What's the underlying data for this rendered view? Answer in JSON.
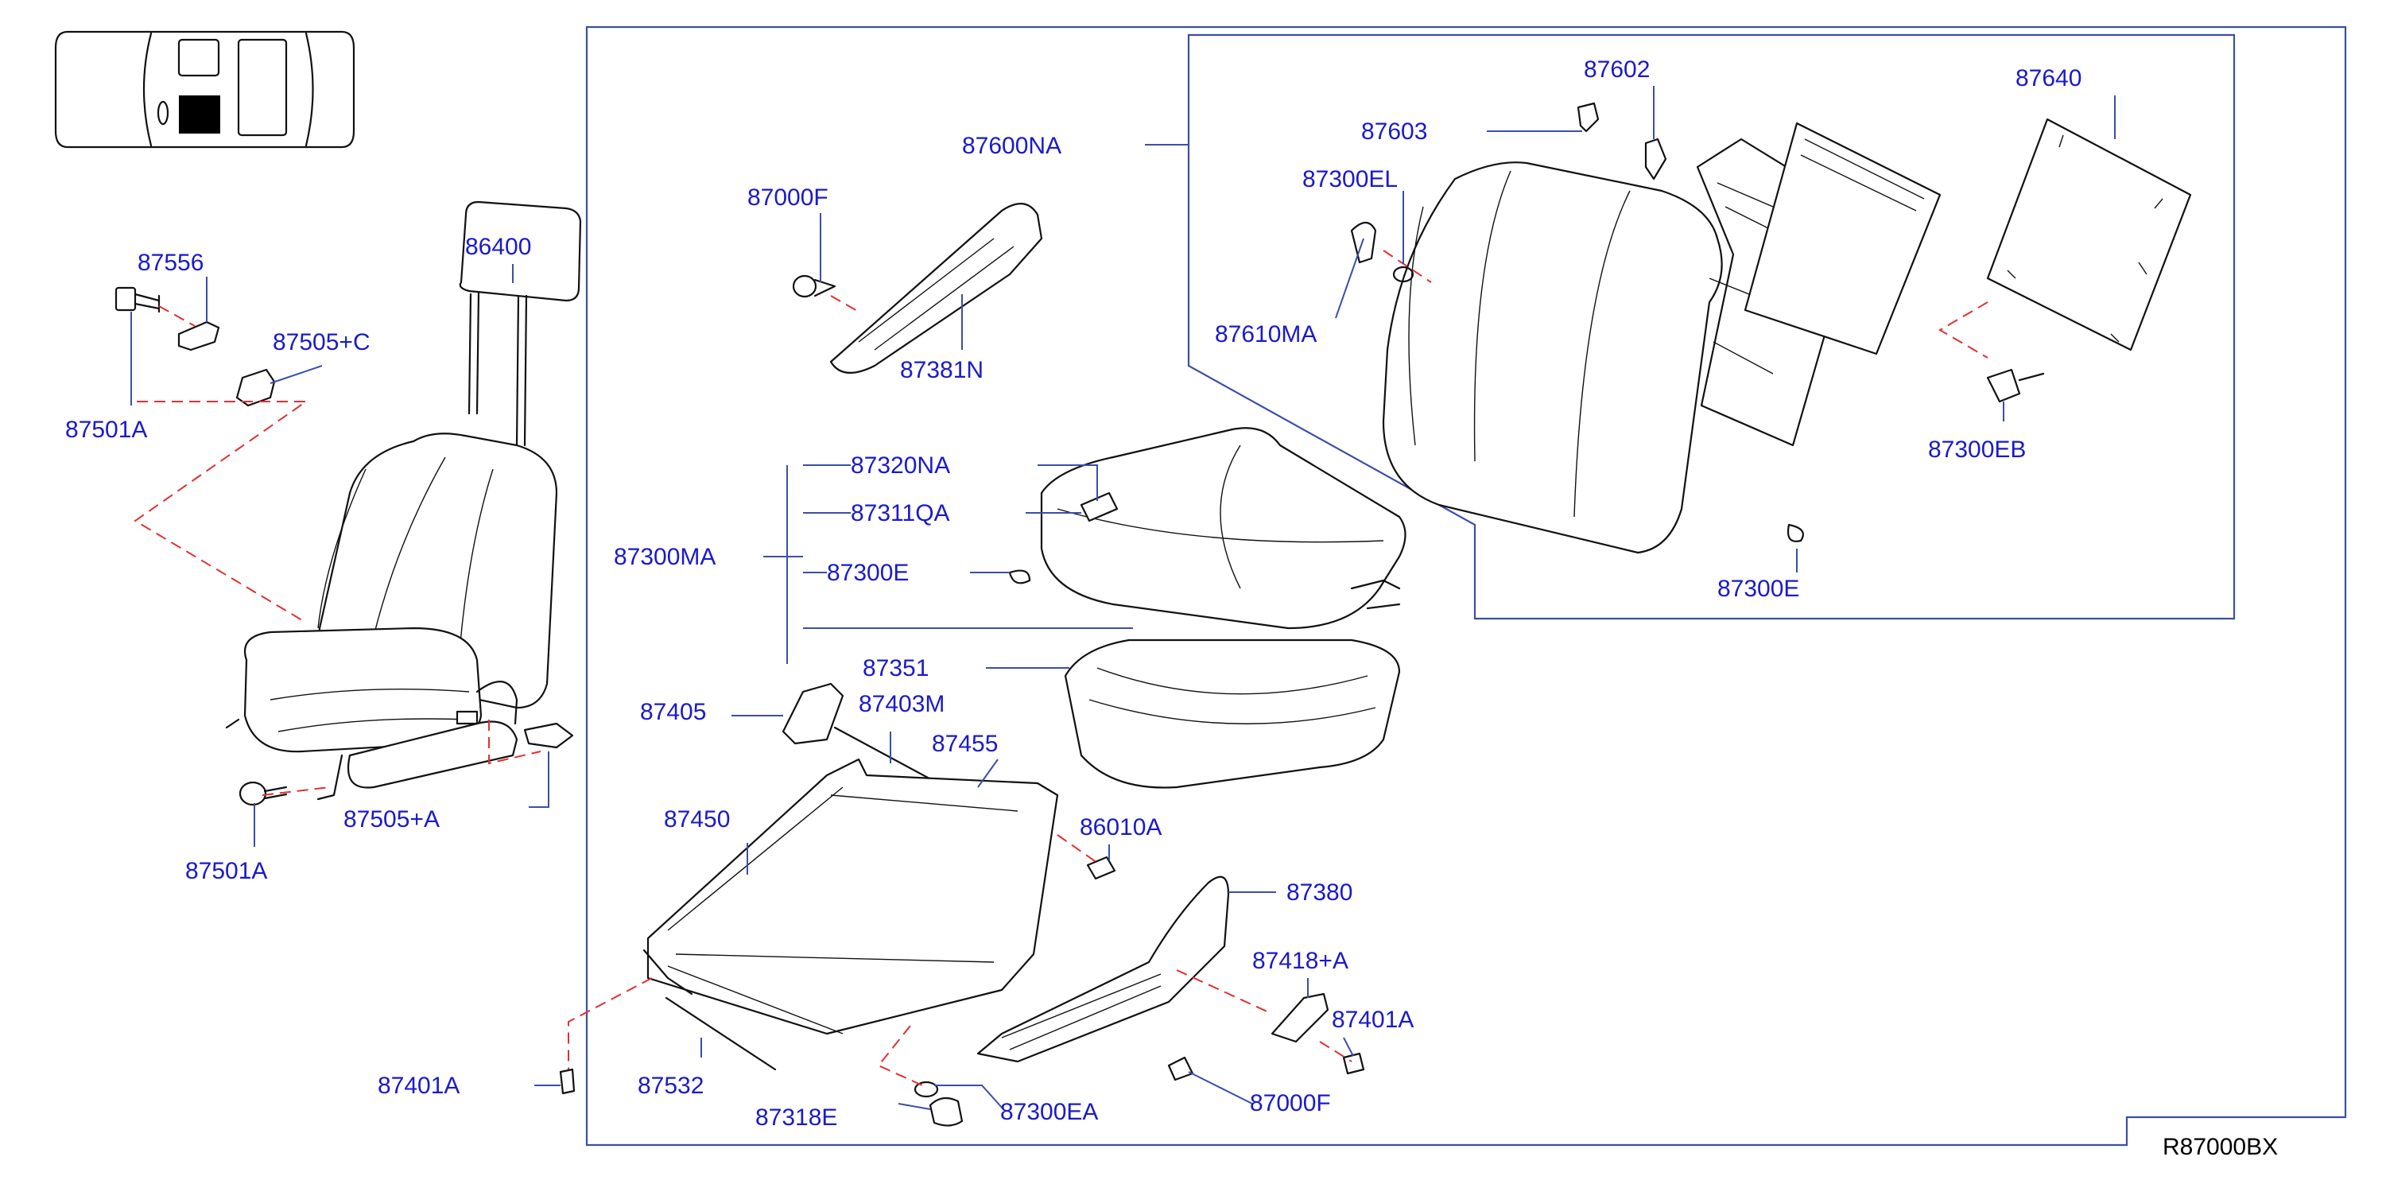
{
  "diagram_id": "R87000BX",
  "labels": {
    "l87556": "87556",
    "l87505C": "87505+C",
    "l87501A_top": "87501A",
    "l86400": "86400",
    "l87505A": "87505+A",
    "l87501A_bottom": "87501A",
    "l87000F_top": "87000F",
    "l87381N": "87381N",
    "l87600NA": "87600NA",
    "l87603": "87603",
    "l87602": "87602",
    "l87640": "87640",
    "l87300EL": "87300EL",
    "l87610MA": "87610MA",
    "l87300EB": "87300EB",
    "l87300E_right": "87300E",
    "l87320NA": "87320NA",
    "l87311QA": "87311QA",
    "l87300MA": "87300MA",
    "l87300E_left": "87300E",
    "l87351": "87351",
    "l87405": "87405",
    "l87403M": "87403M",
    "l87455": "87455",
    "l87450": "87450",
    "l86010A": "86010A",
    "l87380": "87380",
    "l87418A": "87418+A",
    "l87401A_right": "87401A",
    "l87401A_left": "87401A",
    "l87532": "87532",
    "l87318E": "87318E",
    "l87300EA": "87300EA",
    "l87000F_bottom": "87000F"
  }
}
